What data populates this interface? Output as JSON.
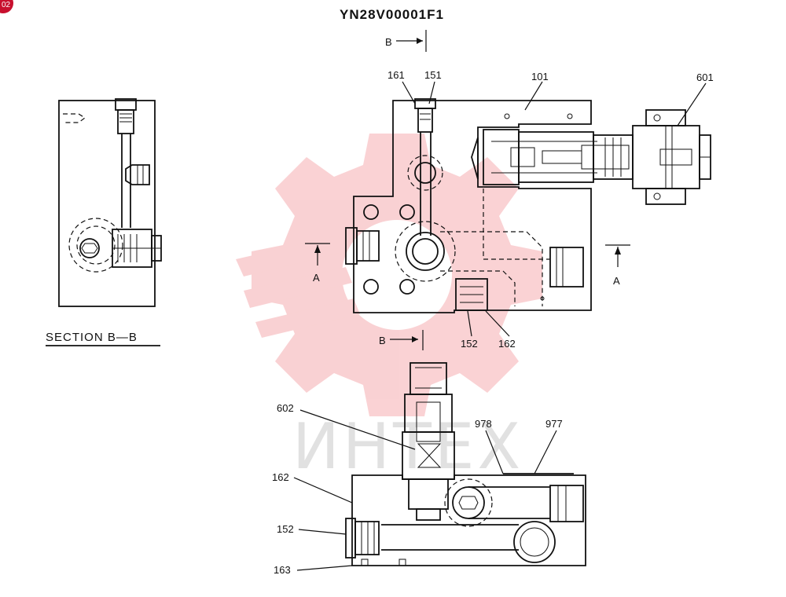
{
  "drawing": {
    "title": "YN28V00001F1",
    "section_caption": "SECTION B—B",
    "section_marks": {
      "b": "B",
      "a": "A"
    },
    "watermark": "ИНТЕХ",
    "corner_badge": "02",
    "colors": {
      "ink": "#111111",
      "watermark_red": "#e8343a",
      "badge_red": "#c8102e"
    }
  },
  "labels": {
    "p161": "161",
    "p151": "151",
    "p101": "101",
    "p601": "601",
    "p152_top": "152",
    "p162_top": "162",
    "p602": "602",
    "p978": "978",
    "p977": "977",
    "p162_bottom": "162",
    "p152_bottom": "152",
    "p163": "163"
  }
}
